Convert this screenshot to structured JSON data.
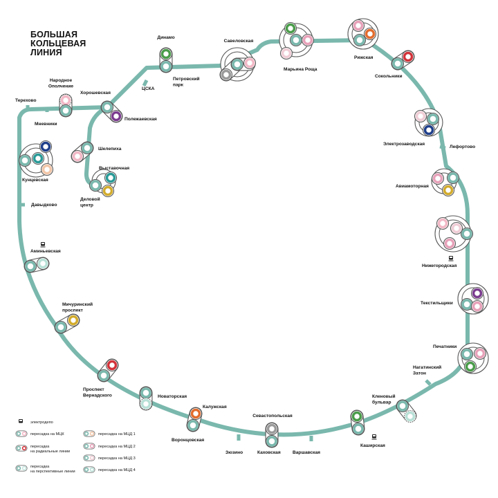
{
  "title": "БОЛЬШАЯ\nКОЛЬЦЕВАЯ\nЛИНИЯ",
  "colors": {
    "ring": "#7ab8ad",
    "ring_light": "#b9dbd4",
    "mck": "#f2b8c6",
    "radial": "#d2333a",
    "perspective": "#c7e6df",
    "mcd1": "#f2c6a8",
    "mcd2": "#e7a1b9",
    "mcd3": "#f0cdd6",
    "mcd4": "#b8e0d6",
    "green": "#4a9c4a",
    "purple": "#7b3c8f",
    "yellow": "#d2ab2c",
    "blue": "#1f3f8a",
    "grey": "#9a9a9a",
    "orange": "#e26c2d",
    "teal": "#2a9a97"
  },
  "stations": [
    {
      "key": "savelovskaya",
      "label": "Савеловская"
    },
    {
      "key": "dinamo",
      "label": "Динамо"
    },
    {
      "key": "petrovsky",
      "label": "Петровский\nпарк"
    },
    {
      "key": "cska",
      "label": "ЦСКА"
    },
    {
      "key": "khoroshevskaya",
      "label": "Хорошевская"
    },
    {
      "key": "narodnoe",
      "label": "Народное\nОполчение"
    },
    {
      "key": "terekhovo",
      "label": "Терехово"
    },
    {
      "key": "mnevniki",
      "label": "Мневники"
    },
    {
      "key": "polezhaevskaya",
      "label": "Полежаевская"
    },
    {
      "key": "shelepikha",
      "label": "Шелепиха"
    },
    {
      "key": "vystavochnaya",
      "label": "Выставочная"
    },
    {
      "key": "delovoy",
      "label": "Деловой\nцентр"
    },
    {
      "key": "kuntsevskaya",
      "label": "Кунцевская"
    },
    {
      "key": "davydkovo",
      "label": "Давыдково"
    },
    {
      "key": "aminyevskaya",
      "label": "Аминьевская"
    },
    {
      "key": "michurinsky",
      "label": "Мичуринский\nпроспект"
    },
    {
      "key": "vernadskogo",
      "label": "Проспект\nВернадского"
    },
    {
      "key": "novatorskaya",
      "label": "Новаторская"
    },
    {
      "key": "kaluzhskaya",
      "label": "Калужская"
    },
    {
      "key": "vorontsovskaya",
      "label": "Воронцовская"
    },
    {
      "key": "zyuzino",
      "label": "Зюзино"
    },
    {
      "key": "sevastopolskaya",
      "label": "Севастопольская"
    },
    {
      "key": "kakhovskaya",
      "label": "Каховская"
    },
    {
      "key": "varshavskaya",
      "label": "Варшавская"
    },
    {
      "key": "kashirskaya",
      "label": "Каширская"
    },
    {
      "key": "klenovy",
      "label": "Кленовый\nбульвар"
    },
    {
      "key": "nagatinsky",
      "label": "Нагатинский\nЗатон"
    },
    {
      "key": "pechatniki",
      "label": "Печатники"
    },
    {
      "key": "tekstilshchiki",
      "label": "Текстильщики"
    },
    {
      "key": "nizhegorodskaya",
      "label": "Нижегородская"
    },
    {
      "key": "aviamotornaya",
      "label": "Авиамоторная"
    },
    {
      "key": "lefortovo",
      "label": "Лефортово"
    },
    {
      "key": "elektrozavodskaya",
      "label": "Электрозаводская"
    },
    {
      "key": "sokolniki",
      "label": "Сокольники"
    },
    {
      "key": "rizhskaya",
      "label": "Рижская"
    },
    {
      "key": "maryina",
      "label": "Марьина Роща"
    }
  ],
  "legend": {
    "depot": "электродепо",
    "mck": "пересадка на МЦК",
    "radial": "пересадка\nна радиальные линии",
    "perspective": "пересадка\nна перспективные линии",
    "mcd1": "пересадка на МЦД 1",
    "mcd2": "пересадка на МЦД 2",
    "mcd3": "пересадка на МЦД 3",
    "mcd4": "пересадка на МЦД 4"
  }
}
